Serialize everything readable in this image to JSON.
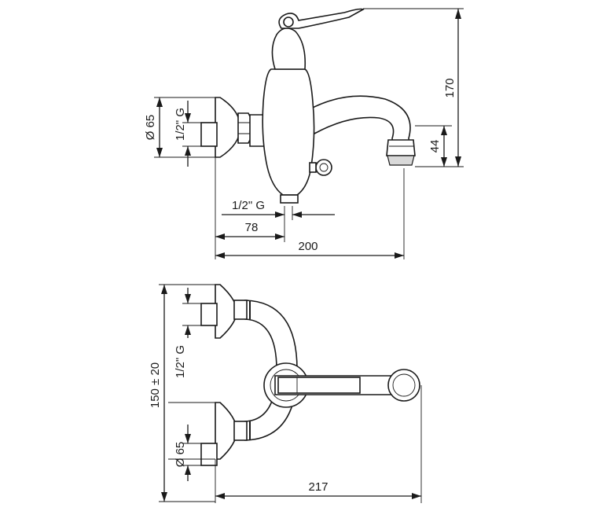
{
  "views": {
    "side": {
      "dim_height": "170",
      "dim_spout": "44",
      "dim_flange_diameter": "Ø 65",
      "dim_thread": "1/2\" G",
      "dim_bottom_thread": "1/2\" G",
      "dim_offset": "78",
      "dim_length": "200"
    },
    "top": {
      "dim_centers": "150 ± 20",
      "dim_thread": "1/2\" G",
      "dim_flange_diameter": "Ø 65",
      "dim_depth": "217"
    }
  }
}
